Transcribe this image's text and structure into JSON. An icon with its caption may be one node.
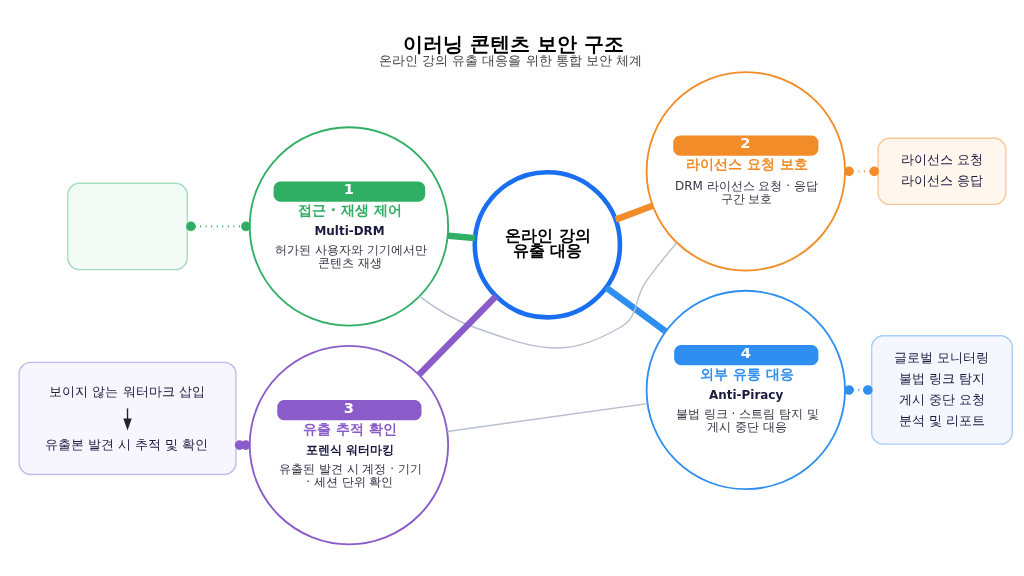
{
  "diagram": {
    "title": "이러닝 콘텐츠 보안 구조",
    "caption": "온라인 강의 유출 대응을 위한 통합 보안 체계",
    "nodes": [
      {
        "text": [
          "온라인 강의 유출 대응"
        ]
      },
      {
        "text": [
          "1",
          "접근 · 재생 제어",
          "Multi-DRM",
          "허가된 사용자와 기기에서만 콘텐츠 재생"
        ]
      },
      {
        "text": [
          "2",
          "라이선스 요청 보호",
          "DRM 라이선스 요청 · 응답 구간 보호"
        ]
      },
      {
        "text": [
          "3",
          "유출 추적 확인",
          "포렌식 워터마킹",
          "유출된 발견 시 계정 · 기기 · 세션 단위 확인"
        ]
      },
      {
        "text": [
          "4",
          "외부 유통 대응",
          "Anti-Piracy",
          "불법 링크 · 스트림 탐지 및 게시 중단 대응"
        ]
      },
      {
        "text": [],
        "shape": "box"
      },
      {
        "text": [
          "라이선스 요청",
          "라이선스 응답"
        ]
      },
      {
        "text": [],
        "shape": "box"
      },
      {
        "text": [
          "보이지 않는 워터마크 삽입"
        ],
        "in": 7
      },
      {
        "text": [
          "유출본 발견 시 추적 및 확인"
        ],
        "in": 7
      },
      {
        "text": [
          "글로벌 모니터링",
          "불법 링크 탐지",
          "게시 중단 요청",
          "분석 및 리포트"
        ]
      }
    ],
    "edges": [
      {
        "from": 0,
        "to": 1,
        "arrow": "none",
        "style": "thick",
        "color": "#2fae64"
      },
      {
        "from": 0,
        "to": 2,
        "arrow": "none",
        "style": "thick",
        "color": "#f28c28"
      },
      {
        "from": 0,
        "to": 3,
        "arrow": "none",
        "style": "thick",
        "color": "#8a5cc9"
      },
      {
        "from": 0,
        "to": 4,
        "arrow": "none",
        "style": "thick",
        "color": "#2f8ff0"
      },
      {
        "from": 1,
        "to": 2,
        "arrow": "none",
        "color": "#b8bfd0"
      },
      {
        "from": 3,
        "to": 4,
        "arrow": "none",
        "color": "#b8bfd0"
      },
      {
        "from": 5,
        "to": 1,
        "arrow": "other",
        "style": "dashed",
        "color": "#2fae64"
      },
      {
        "from": 2,
        "to": 6,
        "arrow": "other",
        "style": "dashed",
        "color": "#f28c28"
      },
      {
        "from": 7,
        "to": 3,
        "arrow": "other",
        "style": "dashed",
        "color": "#8a5cc9"
      },
      {
        "from": 4,
        "to": 10,
        "arrow": "other",
        "style": "dashed",
        "color": "#2f8ff0"
      },
      {
        "from": 8,
        "to": 9,
        "arrow": "to",
        "color": "#222233"
      }
    ]
  }
}
